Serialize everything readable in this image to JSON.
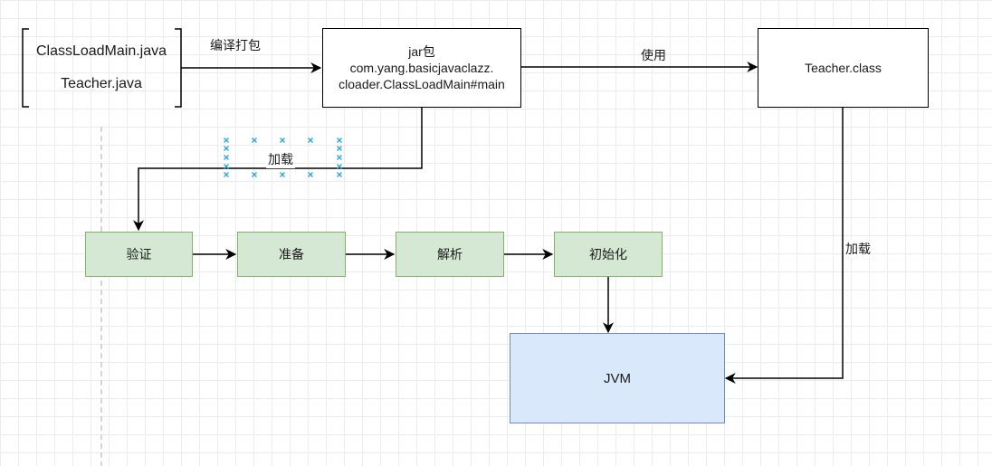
{
  "diagram": {
    "source": {
      "lines": [
        "ClassLoadMain.java",
        "Teacher.java"
      ]
    },
    "jar": {
      "lines": [
        "jar包",
        "com.yang.basicjavaclazz.",
        "cloader.ClassLoadMain#main"
      ]
    },
    "teacher_class": {
      "label": "Teacher.class"
    },
    "steps": {
      "verify": "验证",
      "prepare": "准备",
      "resolve": "解析",
      "init": "初始化"
    },
    "jvm": {
      "label": "JVM"
    },
    "edges": {
      "compile": "编译打包",
      "use": "使用",
      "load_left": "加载",
      "load_right": "加载"
    },
    "colors": {
      "step_fill": "#d5e8d4",
      "step_border": "#82b366",
      "jvm_fill": "#dae8fc",
      "jvm_border": "#6c8ebf",
      "selection_marker": "#29a3dc"
    }
  }
}
